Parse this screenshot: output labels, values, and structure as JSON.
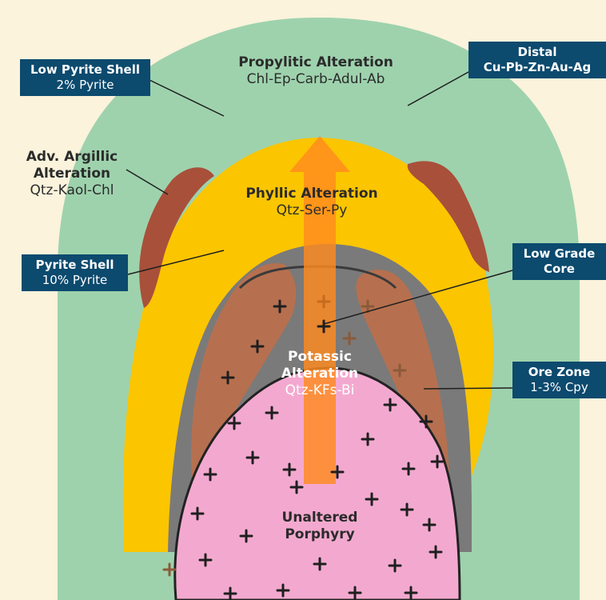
{
  "colors": {
    "background": "#fbf3dc",
    "propylitic": "#9ed2ad",
    "phyllic": "#fbc500",
    "argillic": "#a8503a",
    "potassic": "#7a7a7a",
    "ore_zone": "#b6704f",
    "porphyry": "#f3a9cf",
    "arrow": "#ff8a1f",
    "callout_box": "#0c4a6e"
  },
  "zones": {
    "propylitic": {
      "title": "Propylitic Alteration",
      "minerals": "Chl-Ep-Carb-Adul-Ab"
    },
    "phyllic": {
      "title": "Phyllic Alteration",
      "minerals": "Qtz-Ser-Py"
    },
    "potassic": {
      "title_line1": "Potassic",
      "title_line2": "Alteration",
      "minerals": "Qtz-KFs-Bi"
    },
    "porphyry": {
      "line1": "Unaltered",
      "line2": "Porphyry"
    }
  },
  "callouts": {
    "low_pyrite_shell": {
      "title": "Low Pyrite Shell",
      "detail": "2% Pyrite"
    },
    "distal": {
      "title_line1": "Distal",
      "title_line2": "Cu-Pb-Zn-Au-Ag"
    },
    "adv_argillic": {
      "title_line1": "Adv. Argillic",
      "title_line2": "Alteration",
      "minerals": "Qtz-Kaol-Chl"
    },
    "pyrite_shell": {
      "title": "Pyrite Shell",
      "detail": "10% Pyrite"
    },
    "low_grade_core": {
      "title_line1": "Low Grade",
      "title_line2": "Core"
    },
    "ore_zone": {
      "title": "Ore Zone",
      "detail": "1-3% Cpy"
    }
  }
}
